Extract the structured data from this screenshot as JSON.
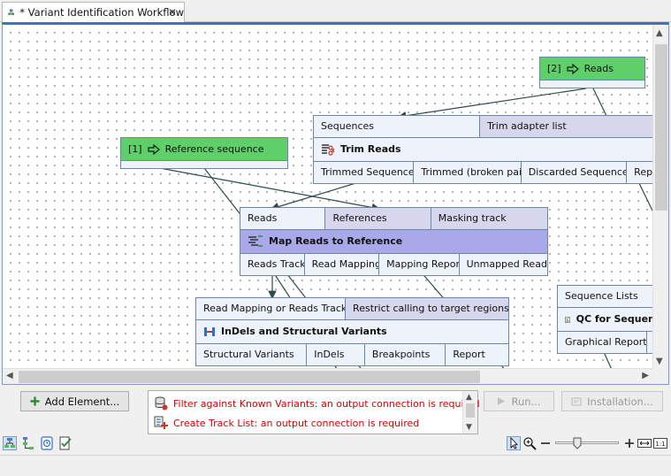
{
  "tab": {
    "title": "* Variant Identification Workflow",
    "close": "✕"
  },
  "nodes": {
    "reads_input": {
      "index": "[2]",
      "label": "Reads"
    },
    "reference_input": {
      "index": "[1]",
      "label": "Reference sequence"
    },
    "trim": {
      "inputs": [
        "Sequences",
        "Trim adapter list"
      ],
      "title": "Trim Reads",
      "outputs": [
        "Trimmed Sequences",
        "Trimmed (broken pairs)",
        "Discarded Sequences",
        "Repo"
      ]
    },
    "map": {
      "inputs": [
        "Reads",
        "References",
        "Masking track"
      ],
      "title": "Map Reads to Reference",
      "outputs": [
        "Reads Track",
        "Read Mapping",
        "Mapping Report",
        "Unmapped Reads"
      ]
    },
    "indels": {
      "inputs": [
        "Read Mapping or Reads Track",
        "Restrict calling to target regions"
      ],
      "title": "InDels and Structural Variants",
      "outputs": [
        "Structural Variants",
        "InDels",
        "Breakpoints",
        "Report"
      ]
    },
    "qc": {
      "inputs": [
        "Sequence Lists"
      ],
      "title": "QC for Sequencin",
      "outputs": [
        "Graphical Report"
      ]
    }
  },
  "bottom": {
    "add_element": "Add Element...",
    "messages": [
      "Filter against Known Variants: an output connection is required",
      "Create Track List: an output connection is required"
    ],
    "run": "Run...",
    "installation": "Installation..."
  }
}
